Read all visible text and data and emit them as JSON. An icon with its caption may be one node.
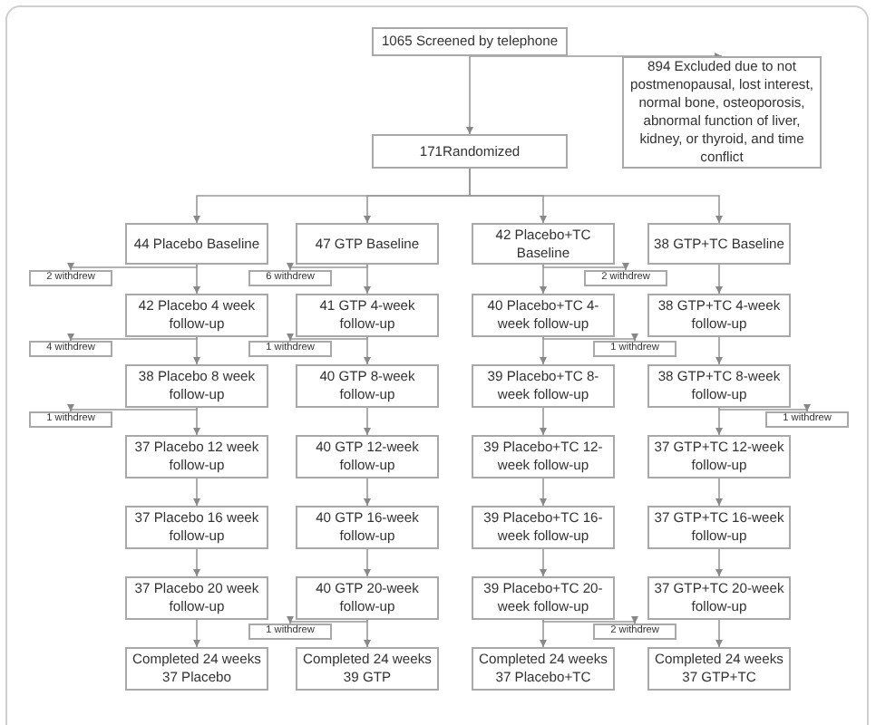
{
  "diagram": {
    "nodes": [
      {
        "text": [
          "1065 Screened by telephone"
        ]
      },
      {
        "text": [
          "894 Excluded due to not postmenopausal, lost interest, normal bone, osteoporosis, abnormal function of liver, kidney, or thyroid, and time conflict"
        ]
      },
      {
        "text": [
          "171Randomized"
        ]
      },
      {
        "text": [
          "44 Placebo Baseline"
        ]
      },
      {
        "text": [
          "47 GTP Baseline"
        ]
      },
      {
        "text": [
          "42 Placebo+TC Baseline"
        ]
      },
      {
        "text": [
          "38 GTP+TC Baseline"
        ]
      },
      {
        "text": [
          "42 Placebo 4 week follow-up"
        ]
      },
      {
        "text": [
          "41 GTP 4-week follow-up"
        ]
      },
      {
        "text": [
          "40 Placebo+TC 4-week follow-up"
        ]
      },
      {
        "text": [
          "38 GTP+TC 4-week follow-up"
        ]
      },
      {
        "text": [
          "38 Placebo 8 week follow-up"
        ]
      },
      {
        "text": [
          "40 GTP 8-week follow-up"
        ]
      },
      {
        "text": [
          "39 Placebo+TC 8-week follow-up"
        ]
      },
      {
        "text": [
          "38 GTP+TC 8-week follow-up"
        ]
      },
      {
        "text": [
          "37 Placebo 12 week follow-up"
        ]
      },
      {
        "text": [
          "40 GTP 12-week follow-up"
        ]
      },
      {
        "text": [
          "39 Placebo+TC 12-week follow-up"
        ]
      },
      {
        "text": [
          "37 GTP+TC 12-week follow-up"
        ]
      },
      {
        "text": [
          "37 Placebo 16 week follow-up"
        ]
      },
      {
        "text": [
          "40 GTP 16-week follow-up"
        ]
      },
      {
        "text": [
          "39 Placebo+TC 16-week follow-up"
        ]
      },
      {
        "text": [
          "37 GTP+TC 16-week follow-up"
        ]
      },
      {
        "text": [
          "37 Placebo 20 week follow-up"
        ]
      },
      {
        "text": [
          "40 GTP 20-week follow-up"
        ]
      },
      {
        "text": [
          "39 Placebo+TC 20-week follow-up"
        ]
      },
      {
        "text": [
          "37 GTP+TC 20-week follow-up"
        ]
      },
      {
        "text": [
          "Completed 24 weeks 37 Placebo"
        ]
      },
      {
        "text": [
          "Completed 24 weeks 39 GTP"
        ]
      },
      {
        "text": [
          "Completed 24 weeks 37 Placebo+TC"
        ]
      },
      {
        "text": [
          "Completed 24 weeks 37 GTP+TC"
        ]
      },
      {
        "text": [
          "2 withdrew"
        ]
      },
      {
        "text": [
          "6 withdrew"
        ]
      },
      {
        "text": [
          "2 withdrew"
        ]
      },
      {
        "text": [
          "4 withdrew"
        ]
      },
      {
        "text": [
          "1 withdrew"
        ]
      },
      {
        "text": [
          "1 withdrew"
        ]
      },
      {
        "text": [
          "1 withdrew"
        ]
      },
      {
        "text": [
          "1 withdrew"
        ]
      },
      {
        "text": [
          "1 withdrew"
        ]
      },
      {
        "text": [
          "2 withdrew"
        ]
      }
    ],
    "edges": [
      {
        "from": 0,
        "to": 2,
        "arrow": "to"
      },
      {
        "from": 0,
        "to": 1,
        "arrow": "to"
      },
      {
        "from": 2,
        "to": 3,
        "arrow": "to"
      },
      {
        "from": 2,
        "to": 4,
        "arrow": "to"
      },
      {
        "from": 2,
        "to": 5,
        "arrow": "to"
      },
      {
        "from": 2,
        "to": 6,
        "arrow": "to"
      },
      {
        "from": 3,
        "to": 7,
        "arrow": "to"
      },
      {
        "from": 4,
        "to": 8,
        "arrow": "to"
      },
      {
        "from": 5,
        "to": 9,
        "arrow": "to"
      },
      {
        "from": 6,
        "to": 10,
        "arrow": "to"
      },
      {
        "from": 7,
        "to": 11,
        "arrow": "to"
      },
      {
        "from": 8,
        "to": 12,
        "arrow": "to"
      },
      {
        "from": 9,
        "to": 13,
        "arrow": "to"
      },
      {
        "from": 10,
        "to": 14,
        "arrow": "to"
      },
      {
        "from": 11,
        "to": 15,
        "arrow": "to"
      },
      {
        "from": 12,
        "to": 16,
        "arrow": "to"
      },
      {
        "from": 13,
        "to": 17,
        "arrow": "to"
      },
      {
        "from": 14,
        "to": 18,
        "arrow": "to"
      },
      {
        "from": 15,
        "to": 19,
        "arrow": "to"
      },
      {
        "from": 16,
        "to": 20,
        "arrow": "to"
      },
      {
        "from": 17,
        "to": 21,
        "arrow": "to"
      },
      {
        "from": 18,
        "to": 22,
        "arrow": "to"
      },
      {
        "from": 19,
        "to": 23,
        "arrow": "to"
      },
      {
        "from": 20,
        "to": 24,
        "arrow": "to"
      },
      {
        "from": 21,
        "to": 25,
        "arrow": "to"
      },
      {
        "from": 22,
        "to": 26,
        "arrow": "to"
      },
      {
        "from": 23,
        "to": 27,
        "arrow": "to"
      },
      {
        "from": 24,
        "to": 28,
        "arrow": "to"
      },
      {
        "from": 25,
        "to": 29,
        "arrow": "to"
      },
      {
        "from": 26,
        "to": 30,
        "arrow": "to"
      },
      {
        "from": 3,
        "to": 31,
        "arrow": "to"
      },
      {
        "from": 4,
        "to": 32,
        "arrow": "to"
      },
      {
        "from": 5,
        "to": 33,
        "arrow": "to"
      },
      {
        "from": 7,
        "to": 34,
        "arrow": "to"
      },
      {
        "from": 8,
        "to": 35,
        "arrow": "to"
      },
      {
        "from": 9,
        "to": 36,
        "arrow": "to"
      },
      {
        "from": 11,
        "to": 37,
        "arrow": "to"
      },
      {
        "from": 14,
        "to": 38,
        "arrow": "to"
      },
      {
        "from": 24,
        "to": 39,
        "arrow": "to"
      },
      {
        "from": 25,
        "to": 40,
        "arrow": "to"
      }
    ]
  }
}
